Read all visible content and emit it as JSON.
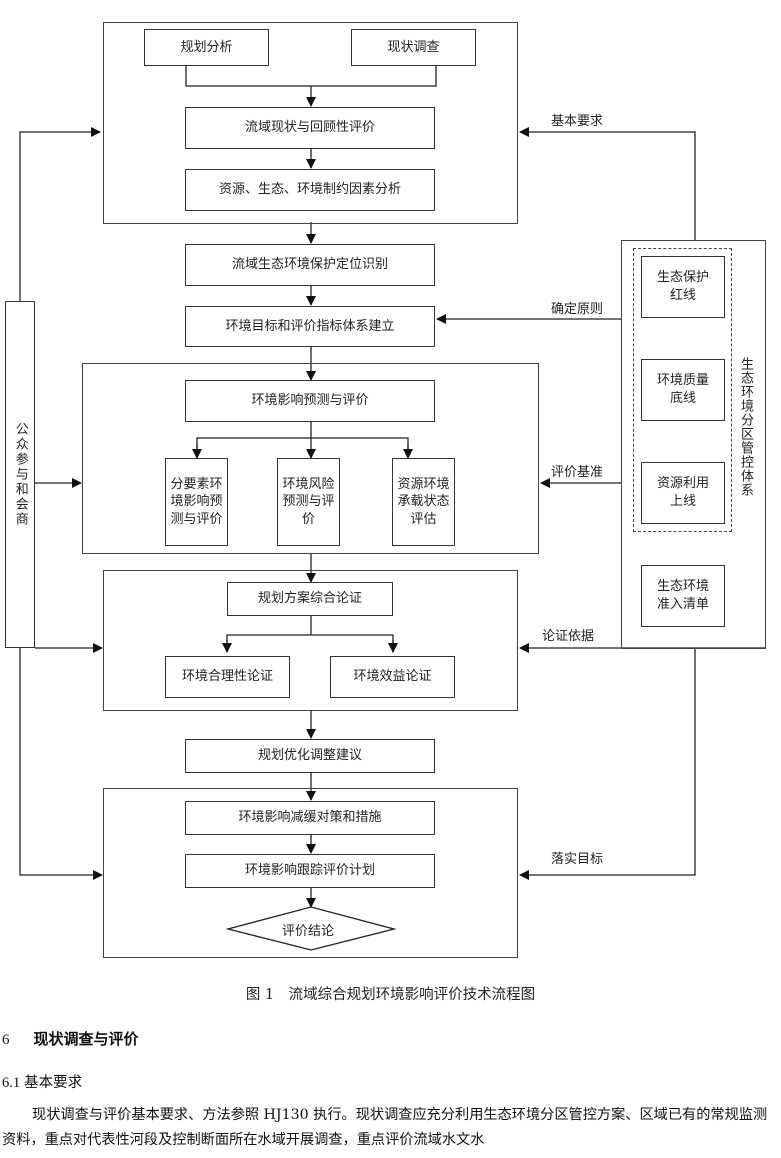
{
  "figure": {
    "nodes": {
      "planning_analysis": "规划分析",
      "status_survey": "现状调查",
      "basin_status_review": "流域现状与回顾性评价",
      "constraint_analysis": "资源、生态、环境制约因素分析",
      "eco_protection_positioning": "流域生态环境保护定位识别",
      "target_index_system": "环境目标和评价指标体系建立",
      "impact_prediction": "环境影响预测与评价",
      "element_impact": "分要素环境影响预测与评价",
      "risk_prediction": "环境风险预测与评价",
      "carrying_capacity": "资源环境承载状态评估",
      "plan_demonstration": "规划方案综合论证",
      "rationality_demonstration": "环境合理性论证",
      "benefit_demonstration": "环境效益论证",
      "optimization_suggestion": "规划优化调整建议",
      "mitigation_measures": "环境影响减缓对策和措施",
      "tracking_plan": "环境影响跟踪评价计划",
      "conclusion": "评价结论",
      "public_participation": "公众参与和会商",
      "redline": "生态保护红线",
      "quality_baseline": "环境质量底线",
      "resource_ceiling": "资源利用上线",
      "access_list": "生态环境准入清单",
      "zoning_system": "生态环境分区管控体系"
    },
    "edge_labels": {
      "basic_requirements": "基本要求",
      "determine_principles": "确定原则",
      "evaluation_benchmark": "评价基准",
      "demonstration_basis": "论证依据",
      "implement_targets": "落实目标"
    },
    "caption": "图 1　流域综合规划环境影响评价技术流程图"
  },
  "section": {
    "number": "6",
    "title": "现状调查与评价"
  },
  "subsection": {
    "number": "6.1",
    "title": "基本要求"
  },
  "paragraph": "现状调查与评价基本要求、方法参照 HJ130 执行。现状调查应充分利用生态环境分区管控方案、区域已有的常规监测资料，重点对代表性河段及控制断面所在水域开展调查，重点评价流域水文水"
}
